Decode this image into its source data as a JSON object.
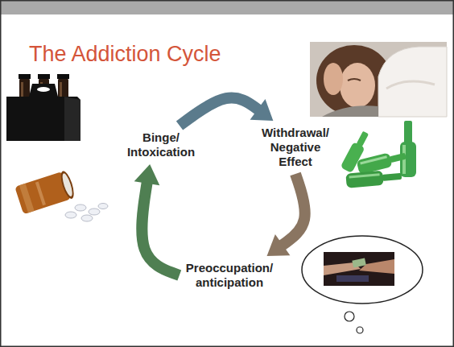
{
  "diagram": {
    "title": "The Addiction Cycle",
    "nodes": [
      {
        "text": [
          "Binge/ Intoxication"
        ]
      },
      {
        "text": [
          "Withdrawal/ Negative Effect"
        ]
      },
      {
        "text": [
          "Preoccupation/ anticipation"
        ]
      }
    ],
    "edges": [
      {
        "from": 0,
        "to": 1,
        "arrow": "to"
      },
      {
        "from": 1,
        "to": 2,
        "arrow": "to"
      },
      {
        "from": 2,
        "to": 0,
        "arrow": "to"
      }
    ]
  }
}
